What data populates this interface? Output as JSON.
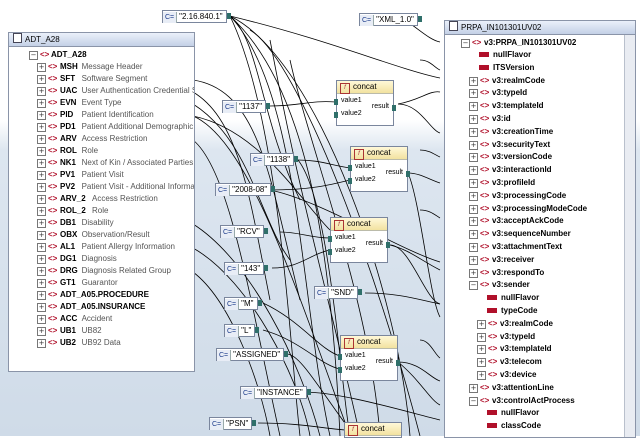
{
  "source": {
    "title": "ADT_A28",
    "root": "ADT_A28",
    "items": [
      {
        "name": "MSH",
        "desc": "Message Header",
        "bold": false
      },
      {
        "name": "SFT",
        "desc": "Software Segment",
        "bold": false
      },
      {
        "name": "UAC",
        "desc": "User Authentication Credential S",
        "bold": false
      },
      {
        "name": "EVN",
        "desc": "Event Type",
        "bold": false
      },
      {
        "name": "PID",
        "desc": "Patient Identification",
        "bold": false
      },
      {
        "name": "PD1",
        "desc": "Patient Additional Demographic",
        "bold": false
      },
      {
        "name": "ARV",
        "desc": "Access Restriction",
        "bold": false
      },
      {
        "name": "ROL",
        "desc": "Role",
        "bold": false
      },
      {
        "name": "NK1",
        "desc": "Next of Kin / Associated Parties",
        "bold": false
      },
      {
        "name": "PV1",
        "desc": "Patient Visit",
        "bold": false
      },
      {
        "name": "PV2",
        "desc": "Patient Visit - Additional Informat",
        "bold": false
      },
      {
        "name": "ARV_2",
        "desc": "Access Restriction",
        "bold": false
      },
      {
        "name": "ROL_2",
        "desc": "Role",
        "bold": false
      },
      {
        "name": "DB1",
        "desc": "Disability",
        "bold": false
      },
      {
        "name": "OBX",
        "desc": "Observation/Result",
        "bold": false
      },
      {
        "name": "AL1",
        "desc": "Patient Allergy Information",
        "bold": false
      },
      {
        "name": "DG1",
        "desc": "Diagnosis",
        "bold": false
      },
      {
        "name": "DRG",
        "desc": "Diagnosis Related Group",
        "bold": false
      },
      {
        "name": "GT1",
        "desc": "Guarantor",
        "bold": false
      },
      {
        "name": "ADT_A05.PROCEDURE",
        "desc": "",
        "bold": true
      },
      {
        "name": "ADT_A05.INSURANCE",
        "desc": "",
        "bold": true
      },
      {
        "name": "ACC",
        "desc": "Accident",
        "bold": false
      },
      {
        "name": "UB1",
        "desc": "UB82",
        "bold": false
      },
      {
        "name": "UB2",
        "desc": "UB92 Data",
        "bold": false
      }
    ]
  },
  "target": {
    "title": "PRPA_IN101301UV02",
    "root": "v3:PRPA_IN101301UV02",
    "items": [
      {
        "kind": "attr",
        "name": "nullFlavor",
        "level": 1
      },
      {
        "kind": "attr",
        "name": "ITSVersion",
        "level": 1
      },
      {
        "kind": "elem",
        "name": "v3:realmCode",
        "level": 1
      },
      {
        "kind": "elem",
        "name": "v3:typeId",
        "level": 1
      },
      {
        "kind": "elem",
        "name": "v3:templateId",
        "level": 1
      },
      {
        "kind": "elem",
        "name": "v3:id",
        "level": 1
      },
      {
        "kind": "elem",
        "name": "v3:creationTime",
        "level": 1
      },
      {
        "kind": "elem",
        "name": "v3:securityText",
        "level": 1
      },
      {
        "kind": "elem",
        "name": "v3:versionCode",
        "level": 1
      },
      {
        "kind": "elem",
        "name": "v3:interactionId",
        "level": 1
      },
      {
        "kind": "elem",
        "name": "v3:profileId",
        "level": 1
      },
      {
        "kind": "elem",
        "name": "v3:processingCode",
        "level": 1
      },
      {
        "kind": "elem",
        "name": "v3:processingModeCode",
        "level": 1
      },
      {
        "kind": "elem",
        "name": "v3:acceptAckCode",
        "level": 1
      },
      {
        "kind": "elem",
        "name": "v3:sequenceNumber",
        "level": 1
      },
      {
        "kind": "elem",
        "name": "v3:attachmentText",
        "level": 1
      },
      {
        "kind": "elem",
        "name": "v3:receiver",
        "level": 1
      },
      {
        "kind": "elem",
        "name": "v3:respondTo",
        "level": 1
      },
      {
        "kind": "elem",
        "name": "v3:sender",
        "level": 1,
        "expanded": true
      },
      {
        "kind": "attr",
        "name": "nullFlavor",
        "level": 2
      },
      {
        "kind": "attr",
        "name": "typeCode",
        "level": 2
      },
      {
        "kind": "elem",
        "name": "v3:realmCode",
        "level": 2
      },
      {
        "kind": "elem",
        "name": "v3:typeId",
        "level": 2
      },
      {
        "kind": "elem",
        "name": "v3:templateId",
        "level": 2
      },
      {
        "kind": "elem",
        "name": "v3:telecom",
        "level": 2
      },
      {
        "kind": "elem",
        "name": "v3:device",
        "level": 2
      },
      {
        "kind": "elem",
        "name": "v3:attentionLine",
        "level": 1
      },
      {
        "kind": "elem",
        "name": "v3:controlActProcess",
        "level": 1,
        "expanded": true
      },
      {
        "kind": "attr",
        "name": "nullFlavor",
        "level": 2
      },
      {
        "kind": "attr",
        "name": "classCode",
        "level": 2
      }
    ]
  },
  "constants": [
    {
      "id": "c1",
      "value": "\"2.16.840.1\""
    },
    {
      "id": "c2",
      "value": "\"XML_1.0\""
    },
    {
      "id": "c3",
      "value": "\"1137\""
    },
    {
      "id": "c4",
      "value": "\"1138\""
    },
    {
      "id": "c5",
      "value": "\"2008-08\""
    },
    {
      "id": "c6",
      "value": "\"RCV\""
    },
    {
      "id": "c7",
      "value": "\"143\""
    },
    {
      "id": "c8",
      "value": "\"SND\""
    },
    {
      "id": "c9",
      "value": "\"M\""
    },
    {
      "id": "c10",
      "value": "\"L\""
    },
    {
      "id": "c11",
      "value": "\"ASSIGNED\""
    },
    {
      "id": "c12",
      "value": "\"INSTANCE\""
    },
    {
      "id": "c13",
      "value": "\"PSN\""
    }
  ],
  "constant_icon": "C=",
  "functions": [
    {
      "id": "f1",
      "name": "concat",
      "in1": "value1",
      "in2": "value2",
      "out": "result"
    },
    {
      "id": "f2",
      "name": "concat",
      "in1": "value1",
      "in2": "value2",
      "out": "result"
    },
    {
      "id": "f3",
      "name": "concat",
      "in1": "value1",
      "in2": "value2",
      "out": "result"
    },
    {
      "id": "f4",
      "name": "concat",
      "in1": "value1",
      "in2": "value2",
      "out": "result"
    },
    {
      "id": "f5",
      "name": "concat",
      "in1": "",
      "in2": "",
      "out": ""
    }
  ],
  "colors": {
    "element_icon": "#b0102a",
    "constant_pin": "#2f6f6a",
    "wire": "#000000"
  }
}
